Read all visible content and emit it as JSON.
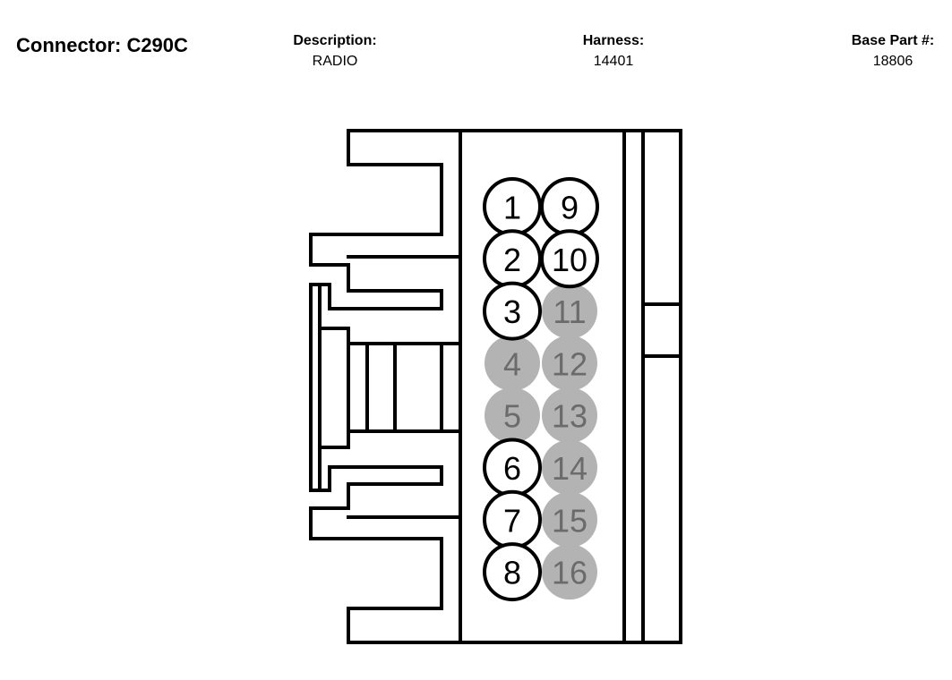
{
  "header": {
    "connector_title": "Connector: C290C",
    "description_label": "Description:",
    "description_value": "RADIO",
    "harness_label": "Harness:",
    "harness_value": "14401",
    "base_part_label": "Base Part #:",
    "base_part_value": "18806"
  },
  "colors": {
    "outline": "#000000",
    "empty_cavity_fill": "#ffffff",
    "empty_cavity_text": "#000000",
    "inactive_cavity_fill": "#b3b3b3",
    "inactive_cavity_text": "#6b6b6b"
  },
  "pins": [
    {
      "label": "1",
      "state": "empty"
    },
    {
      "label": "2",
      "state": "empty"
    },
    {
      "label": "3",
      "state": "empty"
    },
    {
      "label": "4",
      "state": "inactive"
    },
    {
      "label": "5",
      "state": "inactive"
    },
    {
      "label": "6",
      "state": "empty"
    },
    {
      "label": "7",
      "state": "empty"
    },
    {
      "label": "8",
      "state": "empty"
    },
    {
      "label": "9",
      "state": "empty"
    },
    {
      "label": "10",
      "state": "empty"
    },
    {
      "label": "11",
      "state": "inactive"
    },
    {
      "label": "12",
      "state": "inactive"
    },
    {
      "label": "13",
      "state": "inactive"
    },
    {
      "label": "14",
      "state": "inactive"
    },
    {
      "label": "15",
      "state": "inactive"
    },
    {
      "label": "16",
      "state": "inactive"
    }
  ]
}
